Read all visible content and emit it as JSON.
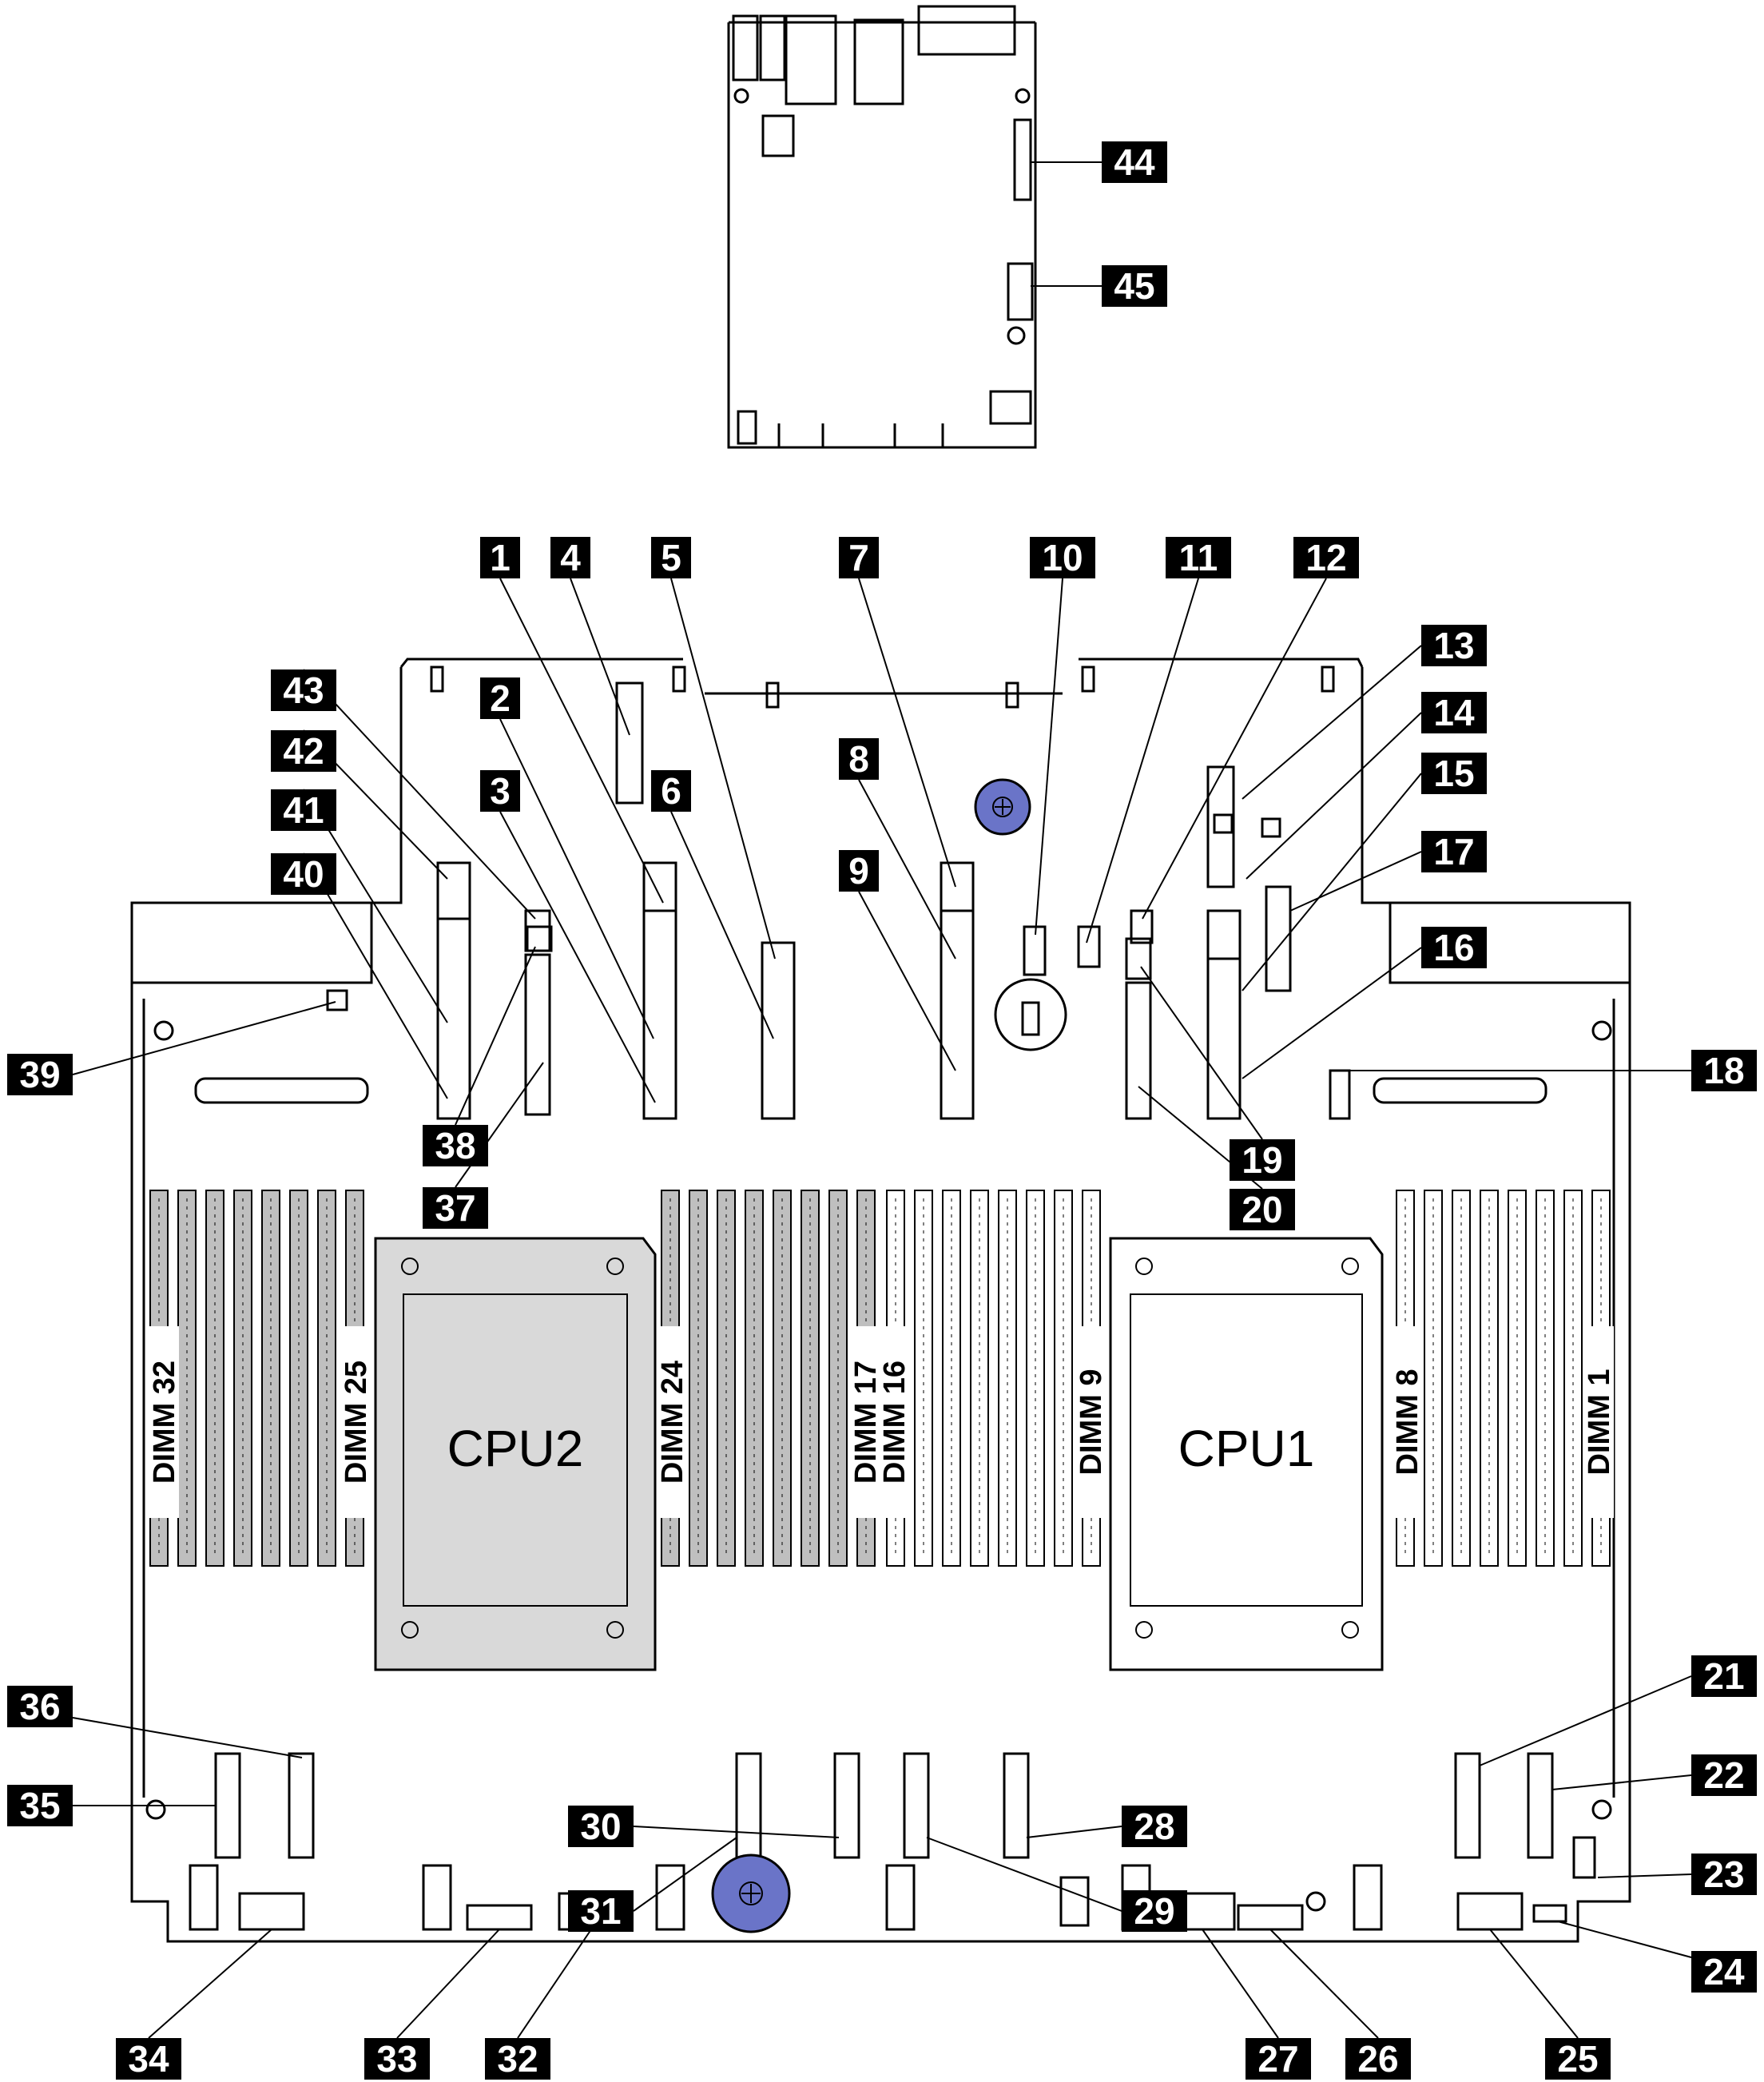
{
  "diagram": {
    "cpus": [
      {
        "id": "cpu2",
        "label": "CPU2"
      },
      {
        "id": "cpu1",
        "label": "CPU1"
      }
    ],
    "dimm_labels": [
      {
        "id": "dimm32",
        "label": "DIMM 32"
      },
      {
        "id": "dimm25",
        "label": "DIMM 25"
      },
      {
        "id": "dimm24",
        "label": "DIMM 24"
      },
      {
        "id": "dimm17",
        "label": "DIMM 17"
      },
      {
        "id": "dimm16",
        "label": "DIMM 16"
      },
      {
        "id": "dimm9",
        "label": "DIMM 9"
      },
      {
        "id": "dimm8",
        "label": "DIMM 8"
      },
      {
        "id": "dimm1",
        "label": "DIMM 1"
      }
    ],
    "callouts": [
      "1",
      "2",
      "3",
      "4",
      "5",
      "6",
      "7",
      "8",
      "9",
      "10",
      "11",
      "12",
      "13",
      "14",
      "15",
      "16",
      "17",
      "18",
      "19",
      "20",
      "21",
      "22",
      "23",
      "24",
      "25",
      "26",
      "27",
      "28",
      "29",
      "30",
      "31",
      "32",
      "33",
      "34",
      "35",
      "36",
      "37",
      "38",
      "39",
      "40",
      "41",
      "42",
      "43",
      "44",
      "45"
    ],
    "colors": {
      "line": "#000000",
      "callout_bg": "#000000",
      "callout_text": "#ffffff",
      "cpu2_fill": "#d9d9d9",
      "dimm_gray": "#bfbfbf",
      "knob_blue": "#6a74c8"
    }
  }
}
